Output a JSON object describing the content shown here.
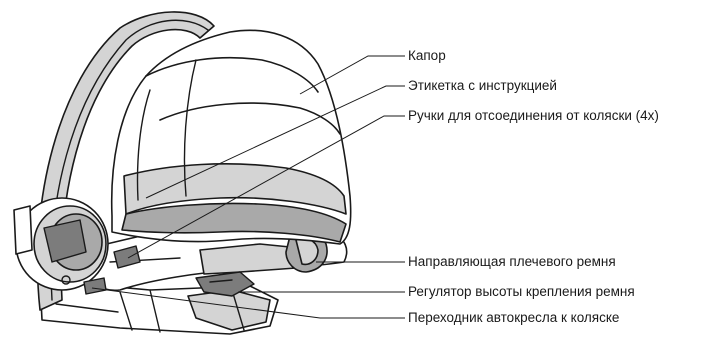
{
  "callouts": [
    {
      "id": "canopy",
      "label": "Капор"
    },
    {
      "id": "instruction-label",
      "label": "Этикетка с инструкцией"
    },
    {
      "id": "stroller-release-handles",
      "label": "Ручки для отсоединения от коляски (4x)"
    },
    {
      "id": "shoulder-belt-guide",
      "label": "Направляющая плечевого ремня"
    },
    {
      "id": "belt-height-adjuster",
      "label": "Регулятор высоты крепления ремня"
    },
    {
      "id": "stroller-adapter",
      "label": "Переходник автокресла к коляске"
    }
  ],
  "colors": {
    "line": "#1a1a1a",
    "shade_light": "#d4d4d4",
    "shade_mid": "#a9a9a9",
    "shade_dark": "#7c7c7c",
    "background": "#ffffff"
  }
}
